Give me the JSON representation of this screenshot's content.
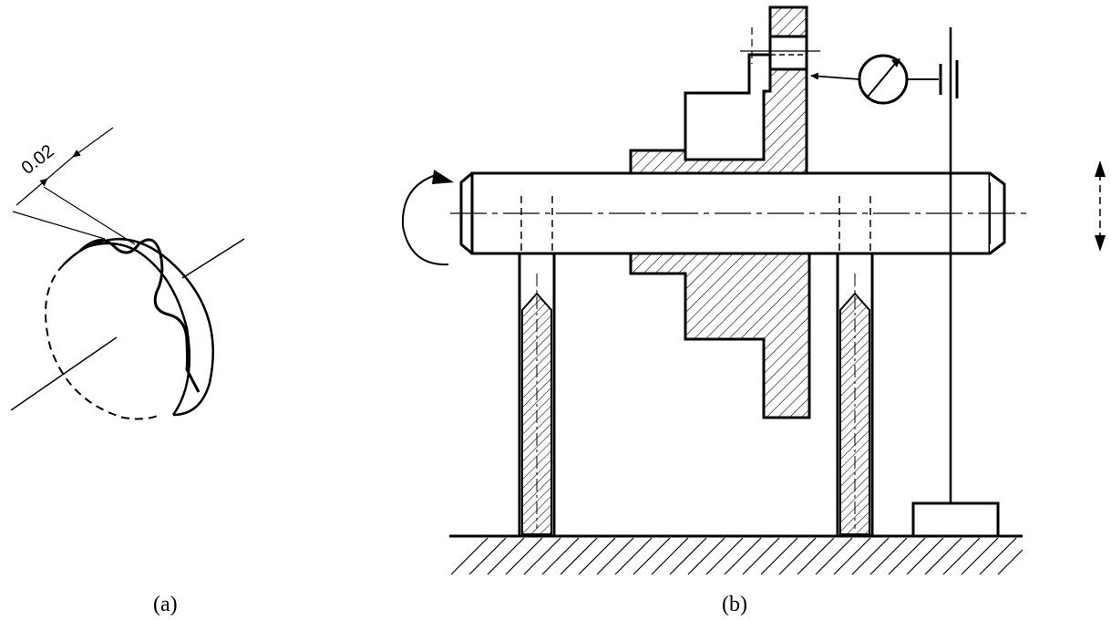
{
  "figure_a": {
    "caption": "(a)",
    "tolerance_label": "0.02"
  },
  "figure_b": {
    "caption": "(b)"
  },
  "colors": {
    "line": "#000000",
    "background": "#ffffff"
  }
}
